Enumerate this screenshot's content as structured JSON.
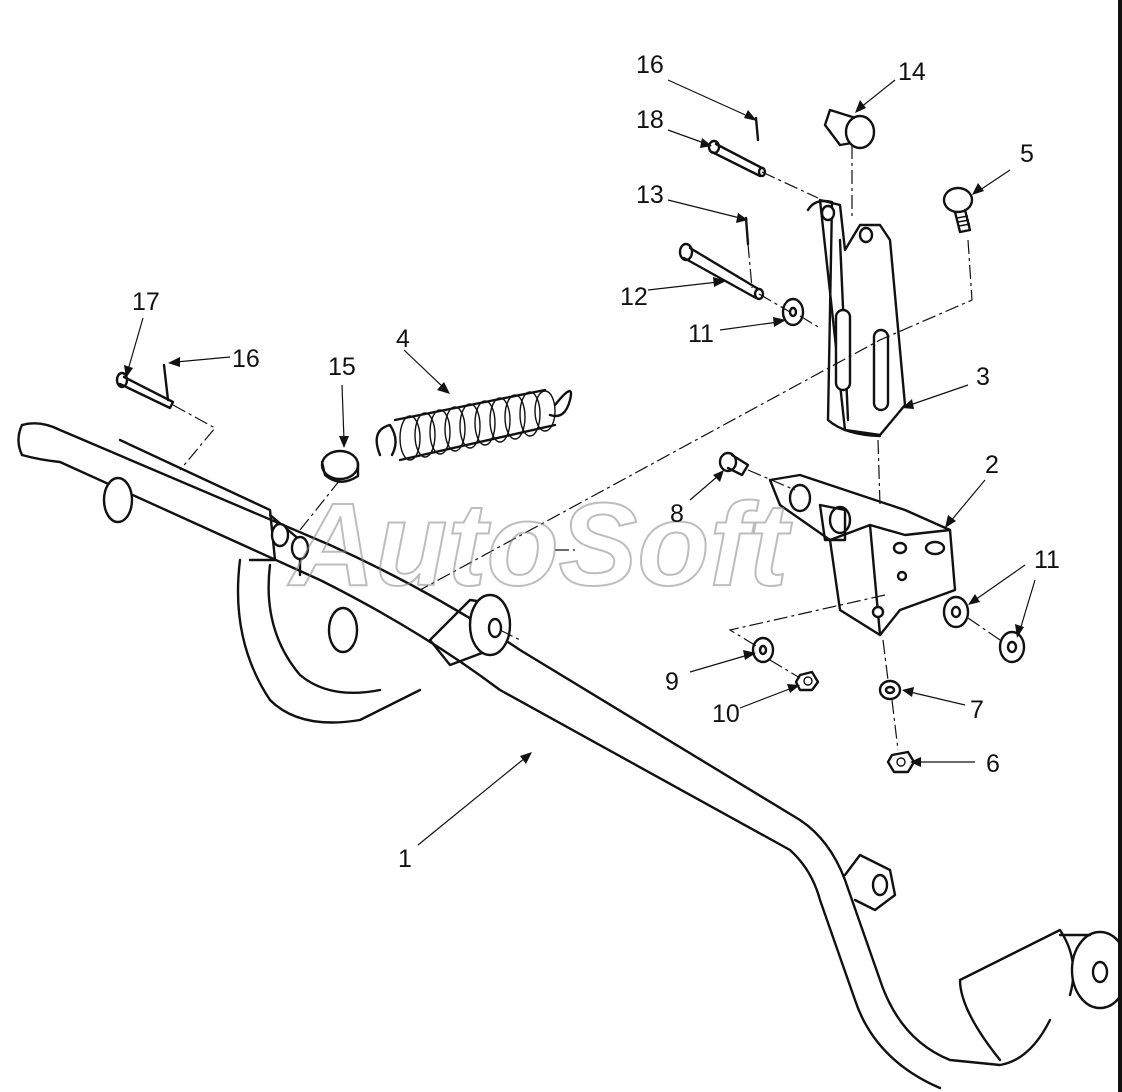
{
  "watermark": "AutoSoft",
  "callouts": {
    "c1": "1",
    "c2": "2",
    "c3": "3",
    "c4": "4",
    "c5": "5",
    "c6": "6",
    "c7": "7",
    "c8": "8",
    "c9": "9",
    "c10": "10",
    "c11a": "11",
    "c11b": "11",
    "c12": "12",
    "c13": "13",
    "c14": "14",
    "c15": "15",
    "c16a": "16",
    "c16b": "16",
    "c17": "17",
    "c18": "18"
  },
  "colors": {
    "ink": "#111111",
    "paper": "#ffffff",
    "watermark": "#888888"
  }
}
